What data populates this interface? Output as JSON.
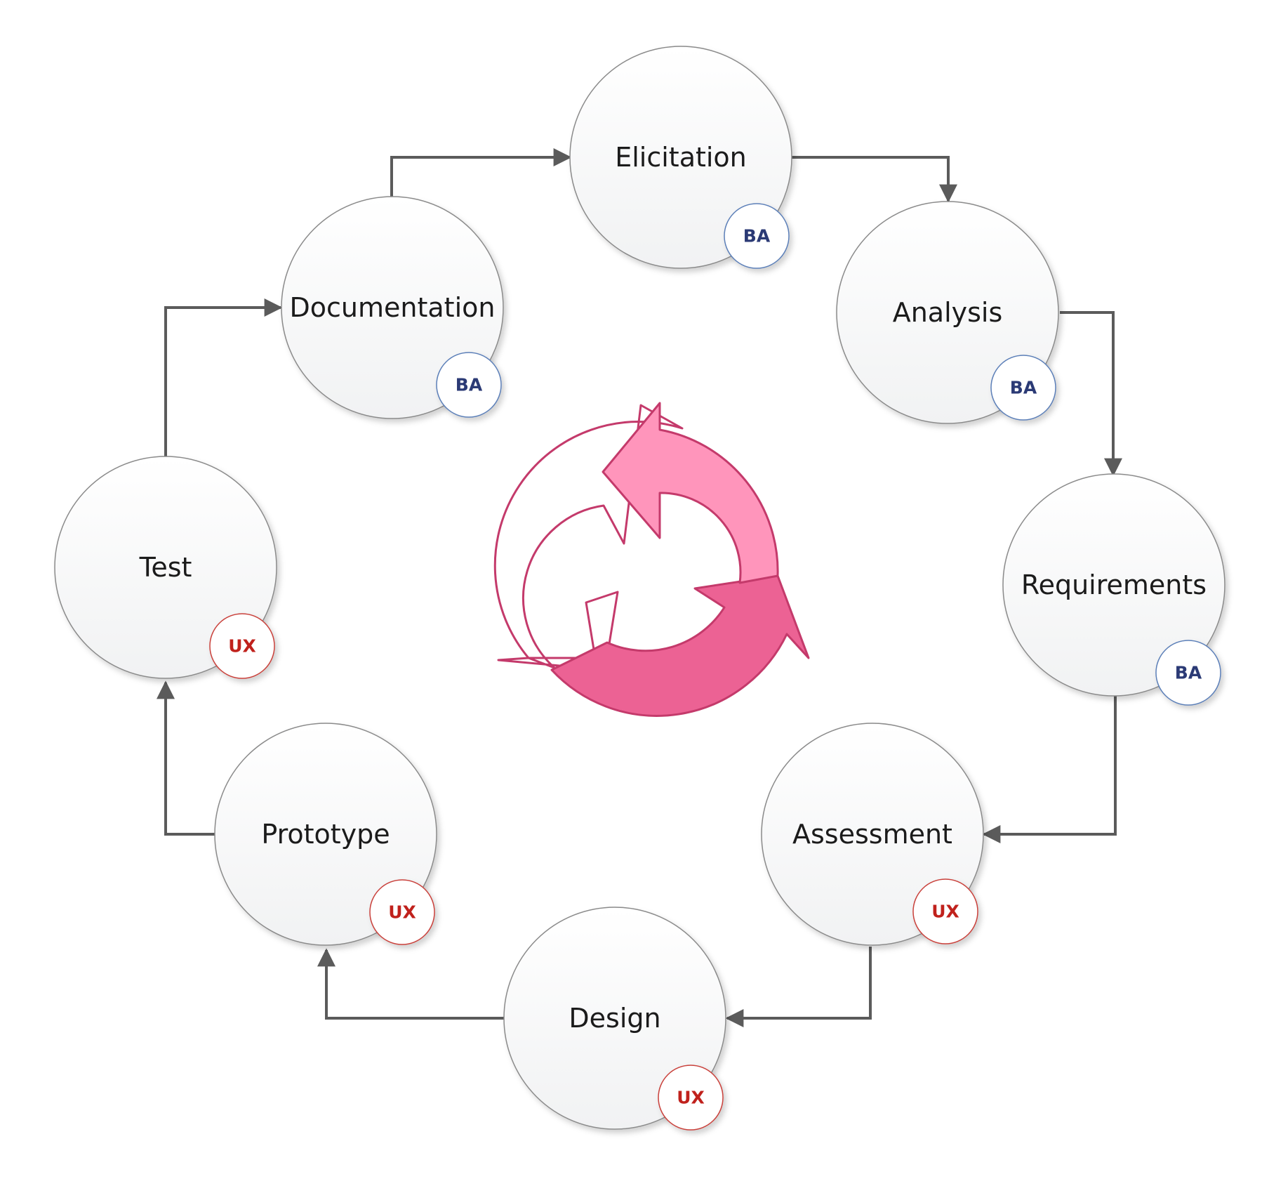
{
  "diagram": {
    "colors": {
      "node_fill_top": "#ffffff",
      "node_fill_bottom": "#f1f2f3",
      "node_stroke": "#8a8a8a",
      "connector": "#5b5b5b",
      "ba_stroke": "#5b7fb8",
      "ba_text": "#2b3a75",
      "ux_stroke": "#c9413a",
      "ux_text": "#c0211c",
      "cycle_light": "#ff95bb",
      "cycle_dark": "#ec6294",
      "cycle_stroke": "#c43a6b"
    },
    "center_icon": "cycle-arrows-icon",
    "nodes": [
      {
        "id": "elicitation",
        "label": "Elicitation",
        "badge": "BA"
      },
      {
        "id": "analysis",
        "label": "Analysis",
        "badge": "BA"
      },
      {
        "id": "requirements",
        "label": "Requirements",
        "badge": "BA"
      },
      {
        "id": "assessment",
        "label": "Assessment",
        "badge": "UX"
      },
      {
        "id": "design",
        "label": "Design",
        "badge": "UX"
      },
      {
        "id": "prototype",
        "label": "Prototype",
        "badge": "UX"
      },
      {
        "id": "test",
        "label": "Test",
        "badge": "UX"
      },
      {
        "id": "documentation",
        "label": "Documentation",
        "badge": "BA"
      }
    ],
    "edges": [
      {
        "from": "documentation",
        "to": "elicitation"
      },
      {
        "from": "elicitation",
        "to": "analysis"
      },
      {
        "from": "analysis",
        "to": "requirements"
      },
      {
        "from": "requirements",
        "to": "assessment"
      },
      {
        "from": "assessment",
        "to": "design"
      },
      {
        "from": "design",
        "to": "prototype"
      },
      {
        "from": "prototype",
        "to": "test"
      },
      {
        "from": "test",
        "to": "documentation"
      }
    ]
  }
}
